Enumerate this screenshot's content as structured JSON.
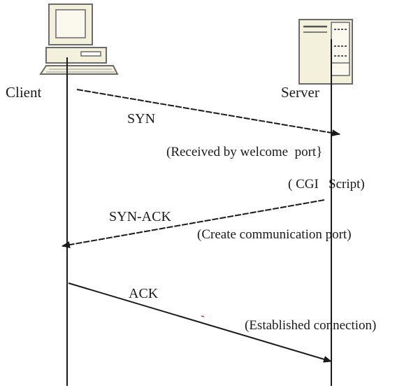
{
  "participants": {
    "client": {
      "label": "Client",
      "icon": "desktop-computer-icon"
    },
    "server": {
      "label": "Server",
      "icon": "server-tower-icon"
    }
  },
  "messages": {
    "syn": "SYN",
    "syn_ack": "SYN-ACK",
    "ack": "ACK"
  },
  "notes": {
    "received": "(Received by welcome  port}",
    "cgi": "( CGI   Script)",
    "create_port": "(Create communication port)",
    "established": "(Established connection)"
  },
  "colors": {
    "line": "#1a1a1a",
    "device_fill": "#f3f0dc",
    "device_stroke": "#6b6b6b"
  }
}
